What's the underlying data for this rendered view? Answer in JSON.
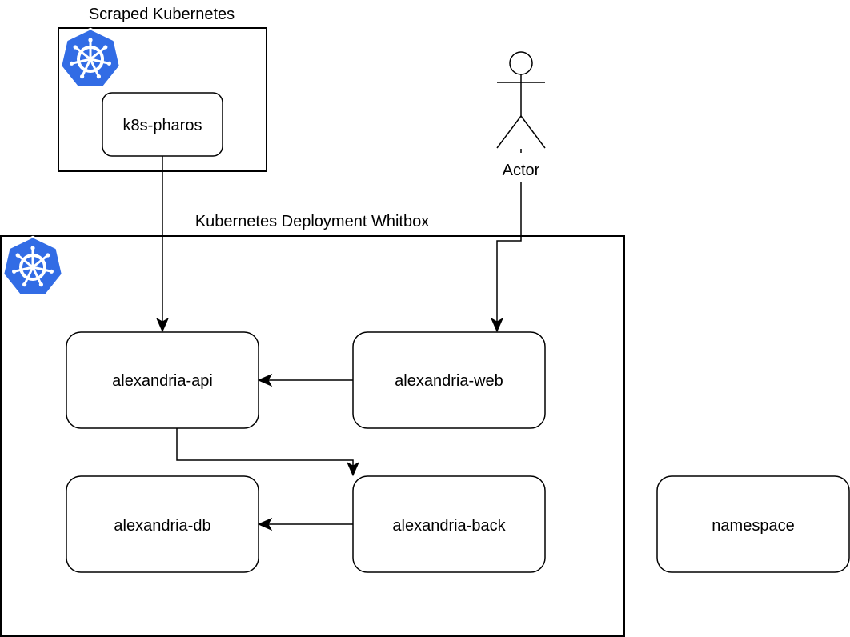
{
  "clusters": {
    "scraped": {
      "title": "Scraped Kubernetes"
    },
    "deployment": {
      "title": "Kubernetes Deployment Whitbox"
    }
  },
  "nodes": {
    "k8s_pharos": "k8s-pharos",
    "alexandria_api": "alexandria-api",
    "alexandria_web": "alexandria-web",
    "alexandria_db": "alexandria-db",
    "alexandria_back": "alexandria-back",
    "namespace": "namespace"
  },
  "actor": {
    "label": "Actor"
  },
  "colors": {
    "kubernetes_blue": "#326ce5",
    "stroke": "#000000",
    "background": "#ffffff"
  },
  "icons": [
    "kubernetes-icon"
  ]
}
